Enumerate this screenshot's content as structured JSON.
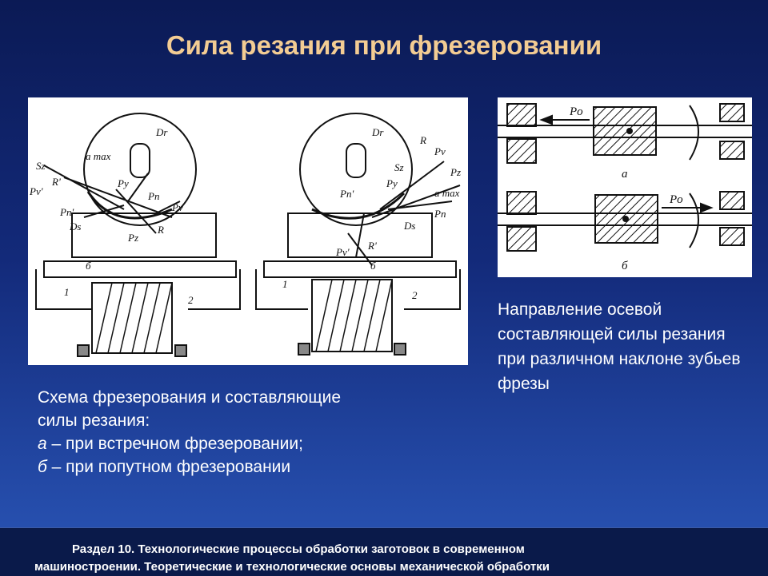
{
  "slide": {
    "title": "Сила резания при фрезеровании"
  },
  "left_figure": {
    "labels": {
      "dr": "Dr",
      "sz": "Sz",
      "pv_prime": "Pv'",
      "r_prime": "R'",
      "amax": "a max",
      "py": "Py",
      "pn": "Pn",
      "pn_prime": "Pn'",
      "ds": "Ds",
      "pz": "Pz",
      "r": "R",
      "pv": "Pv",
      "delta": "б",
      "num1": "1",
      "num2": "2"
    }
  },
  "right_figure": {
    "labels": {
      "po": "Po",
      "a": "а",
      "b": "б"
    }
  },
  "captions": {
    "left_line1": "Схема фрезерования и составляющие",
    "left_line2": "силы резания:",
    "left_line3_prefix": "а",
    "left_line3_text": " – при встречном фрезеровании;",
    "left_line4_prefix": "б",
    "left_line4_text": " – при попутном фрезеровании",
    "right": "Направление осевой составляющей силы резания при различном наклоне зубьев фрезы"
  },
  "footer": {
    "line1": "Раздел 10. Технологические процессы обработки заготовок в современном",
    "line2": "машиностроении. Теоретические и технологические основы механической обработки"
  }
}
